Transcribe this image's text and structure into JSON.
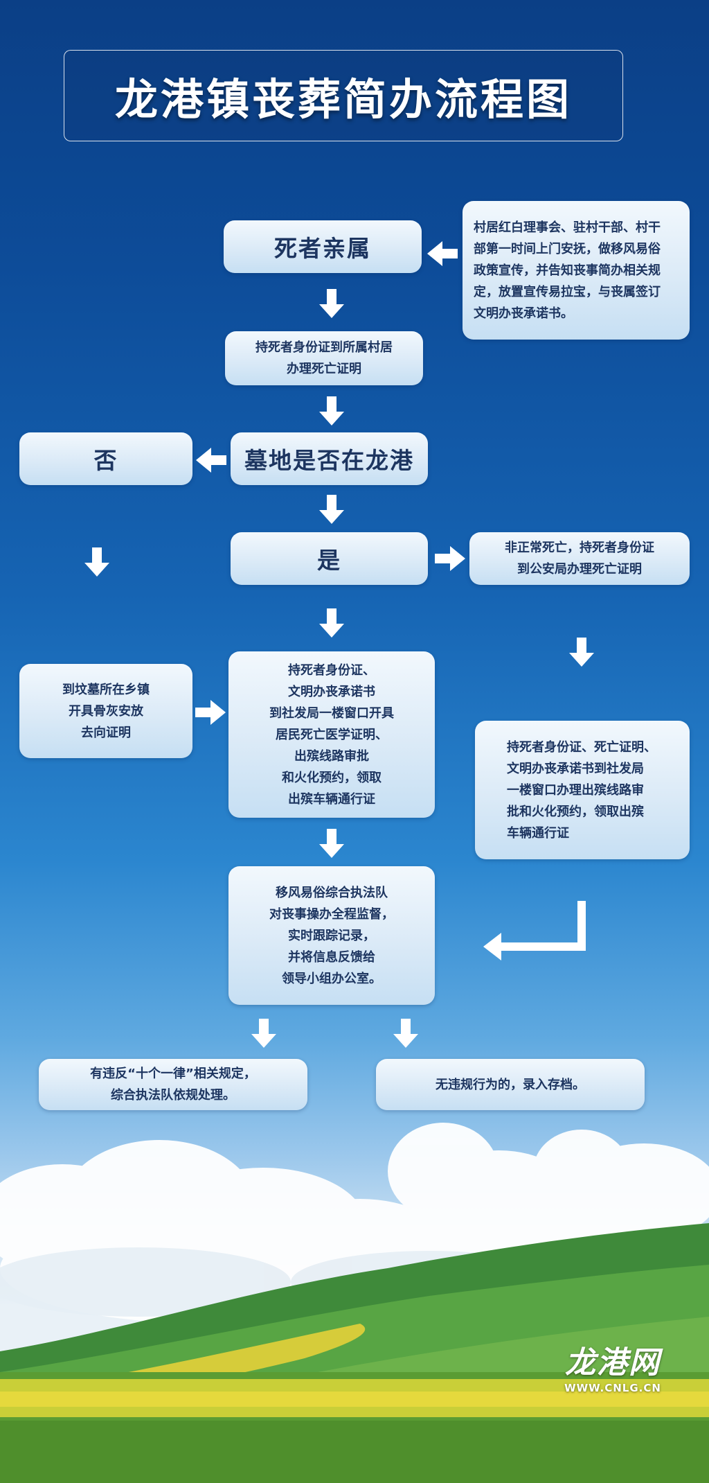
{
  "title": "龙港镇丧葬简办流程图",
  "nodes": {
    "relatives": "死者亲属",
    "village_notice": "村居红白理事会、驻村干部、村干\n部第一时间上门安抚，做移风易俗\n政策宣传，并告知丧事简办相关规\n定，放置宣传易拉宝，与丧属签订\n文明办丧承诺书。",
    "death_cert": "持死者身份证到所属村居\n办理死亡证明",
    "cemetery_question": "墓地是否在龙港",
    "no": "否",
    "yes": "是",
    "abnormal_death": "非正常死亡，持死者身份证\n到公安局办理死亡证明",
    "township_cert": "到坟墓所在乡镇\n开具骨灰安放\n去向证明",
    "social_bureau": "持死者身份证、\n文明办丧承诺书\n到社发局一楼窗口开具\n居民死亡医学证明、\n出殡线路审批\n和火化预约，领取\n出殡车辆通行证",
    "abnormal_bureau": "持死者身份证、死亡证明、\n文明办丧承诺书到社发局\n一楼窗口办理出殡线路审\n批和火化预约，领取出殡\n车辆通行证",
    "supervision": "移风易俗综合执法队\n对丧事操办全程监督，\n实时跟踪记录，\n并将信息反馈给\n领导小组办公室。",
    "violation": "有违反“十个一律”相关规定，\n综合执法队依规处理。",
    "no_violation": "无违规行为的，录入存档。"
  },
  "watermark": {
    "logo": "龙港网",
    "url": "WWW.CNLG.CN"
  },
  "colors": {
    "box_text": "#1d3560",
    "arrow": "#ffffff"
  }
}
